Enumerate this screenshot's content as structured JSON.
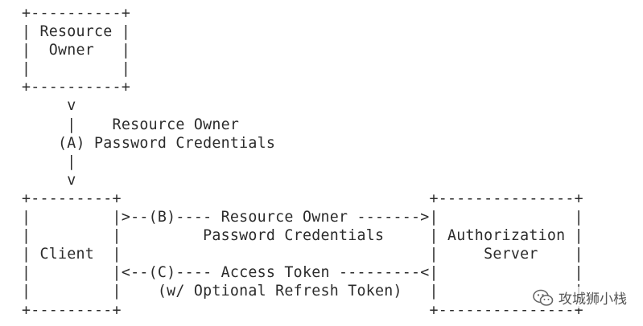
{
  "diagram": {
    "lines": [
      "+----------+",
      "| Resource |",
      "|  Owner   |",
      "|          |",
      "+----------+",
      "     v",
      "     |    Resource Owner",
      "    (A) Password Credentials",
      "     |",
      "     v",
      "+---------+                                  +---------------+",
      "|         |>--(B)---- Resource Owner ------->|               |",
      "|         |         Password Credentials     | Authorization |",
      "| Client  |                                  |     Server    |",
      "|         |<--(C)---- Access Token ---------<|               |",
      "|         |    (w/ Optional Refresh Token)   |               |",
      "+---------+                                  +---------------+"
    ]
  },
  "watermark": {
    "text": "攻城狮小栈",
    "icon": "wechat-icon"
  }
}
